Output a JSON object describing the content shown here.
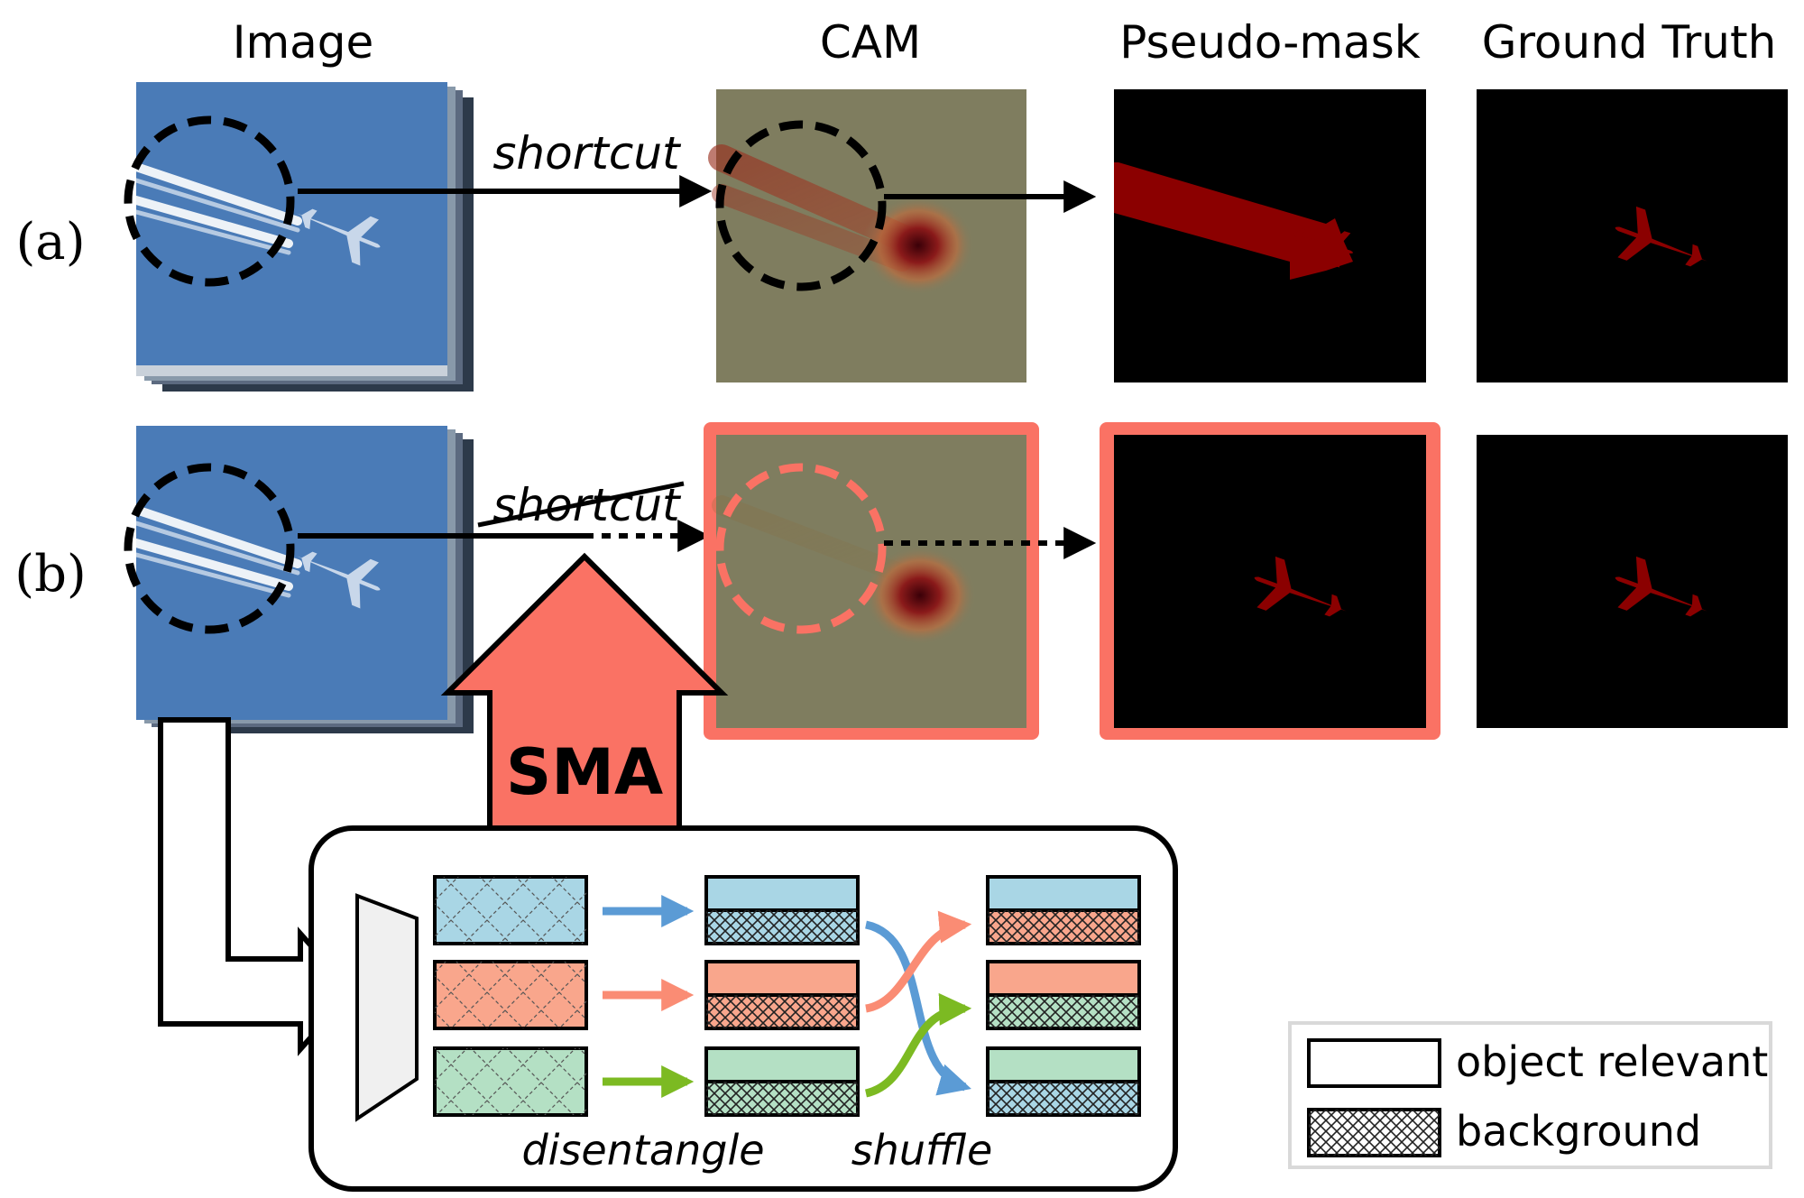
{
  "headers": {
    "image": "Image",
    "cam": "CAM",
    "pseudo_mask": "Pseudo-mask",
    "ground_truth": "Ground Truth"
  },
  "rows": {
    "a_label": "(a)",
    "b_label": "(b)"
  },
  "arrows": {
    "shortcut_a": "shortcut",
    "shortcut_b": "shortcut"
  },
  "sma_label": "SMA",
  "module": {
    "disentangle_label": "disentangle",
    "shuffle_label": "shuffle"
  },
  "legend": {
    "object_relevant": "object relevant",
    "background": "background"
  },
  "colors": {
    "sky": "#4a7bb7",
    "cam_bg": "#7f7d5f",
    "mask_red": "#8b0000",
    "highlight": "#fa7264",
    "blue": "#a9d6e5",
    "salmon": "#f9a68c",
    "green": "#b4e0c4",
    "arrow_blue": "#5b9bd5",
    "arrow_salmon": "#fa8c74",
    "arrow_green": "#7cba22"
  },
  "icons": {
    "plane": "airplane-silhouette",
    "encoder": "encoder-trapezoid"
  }
}
